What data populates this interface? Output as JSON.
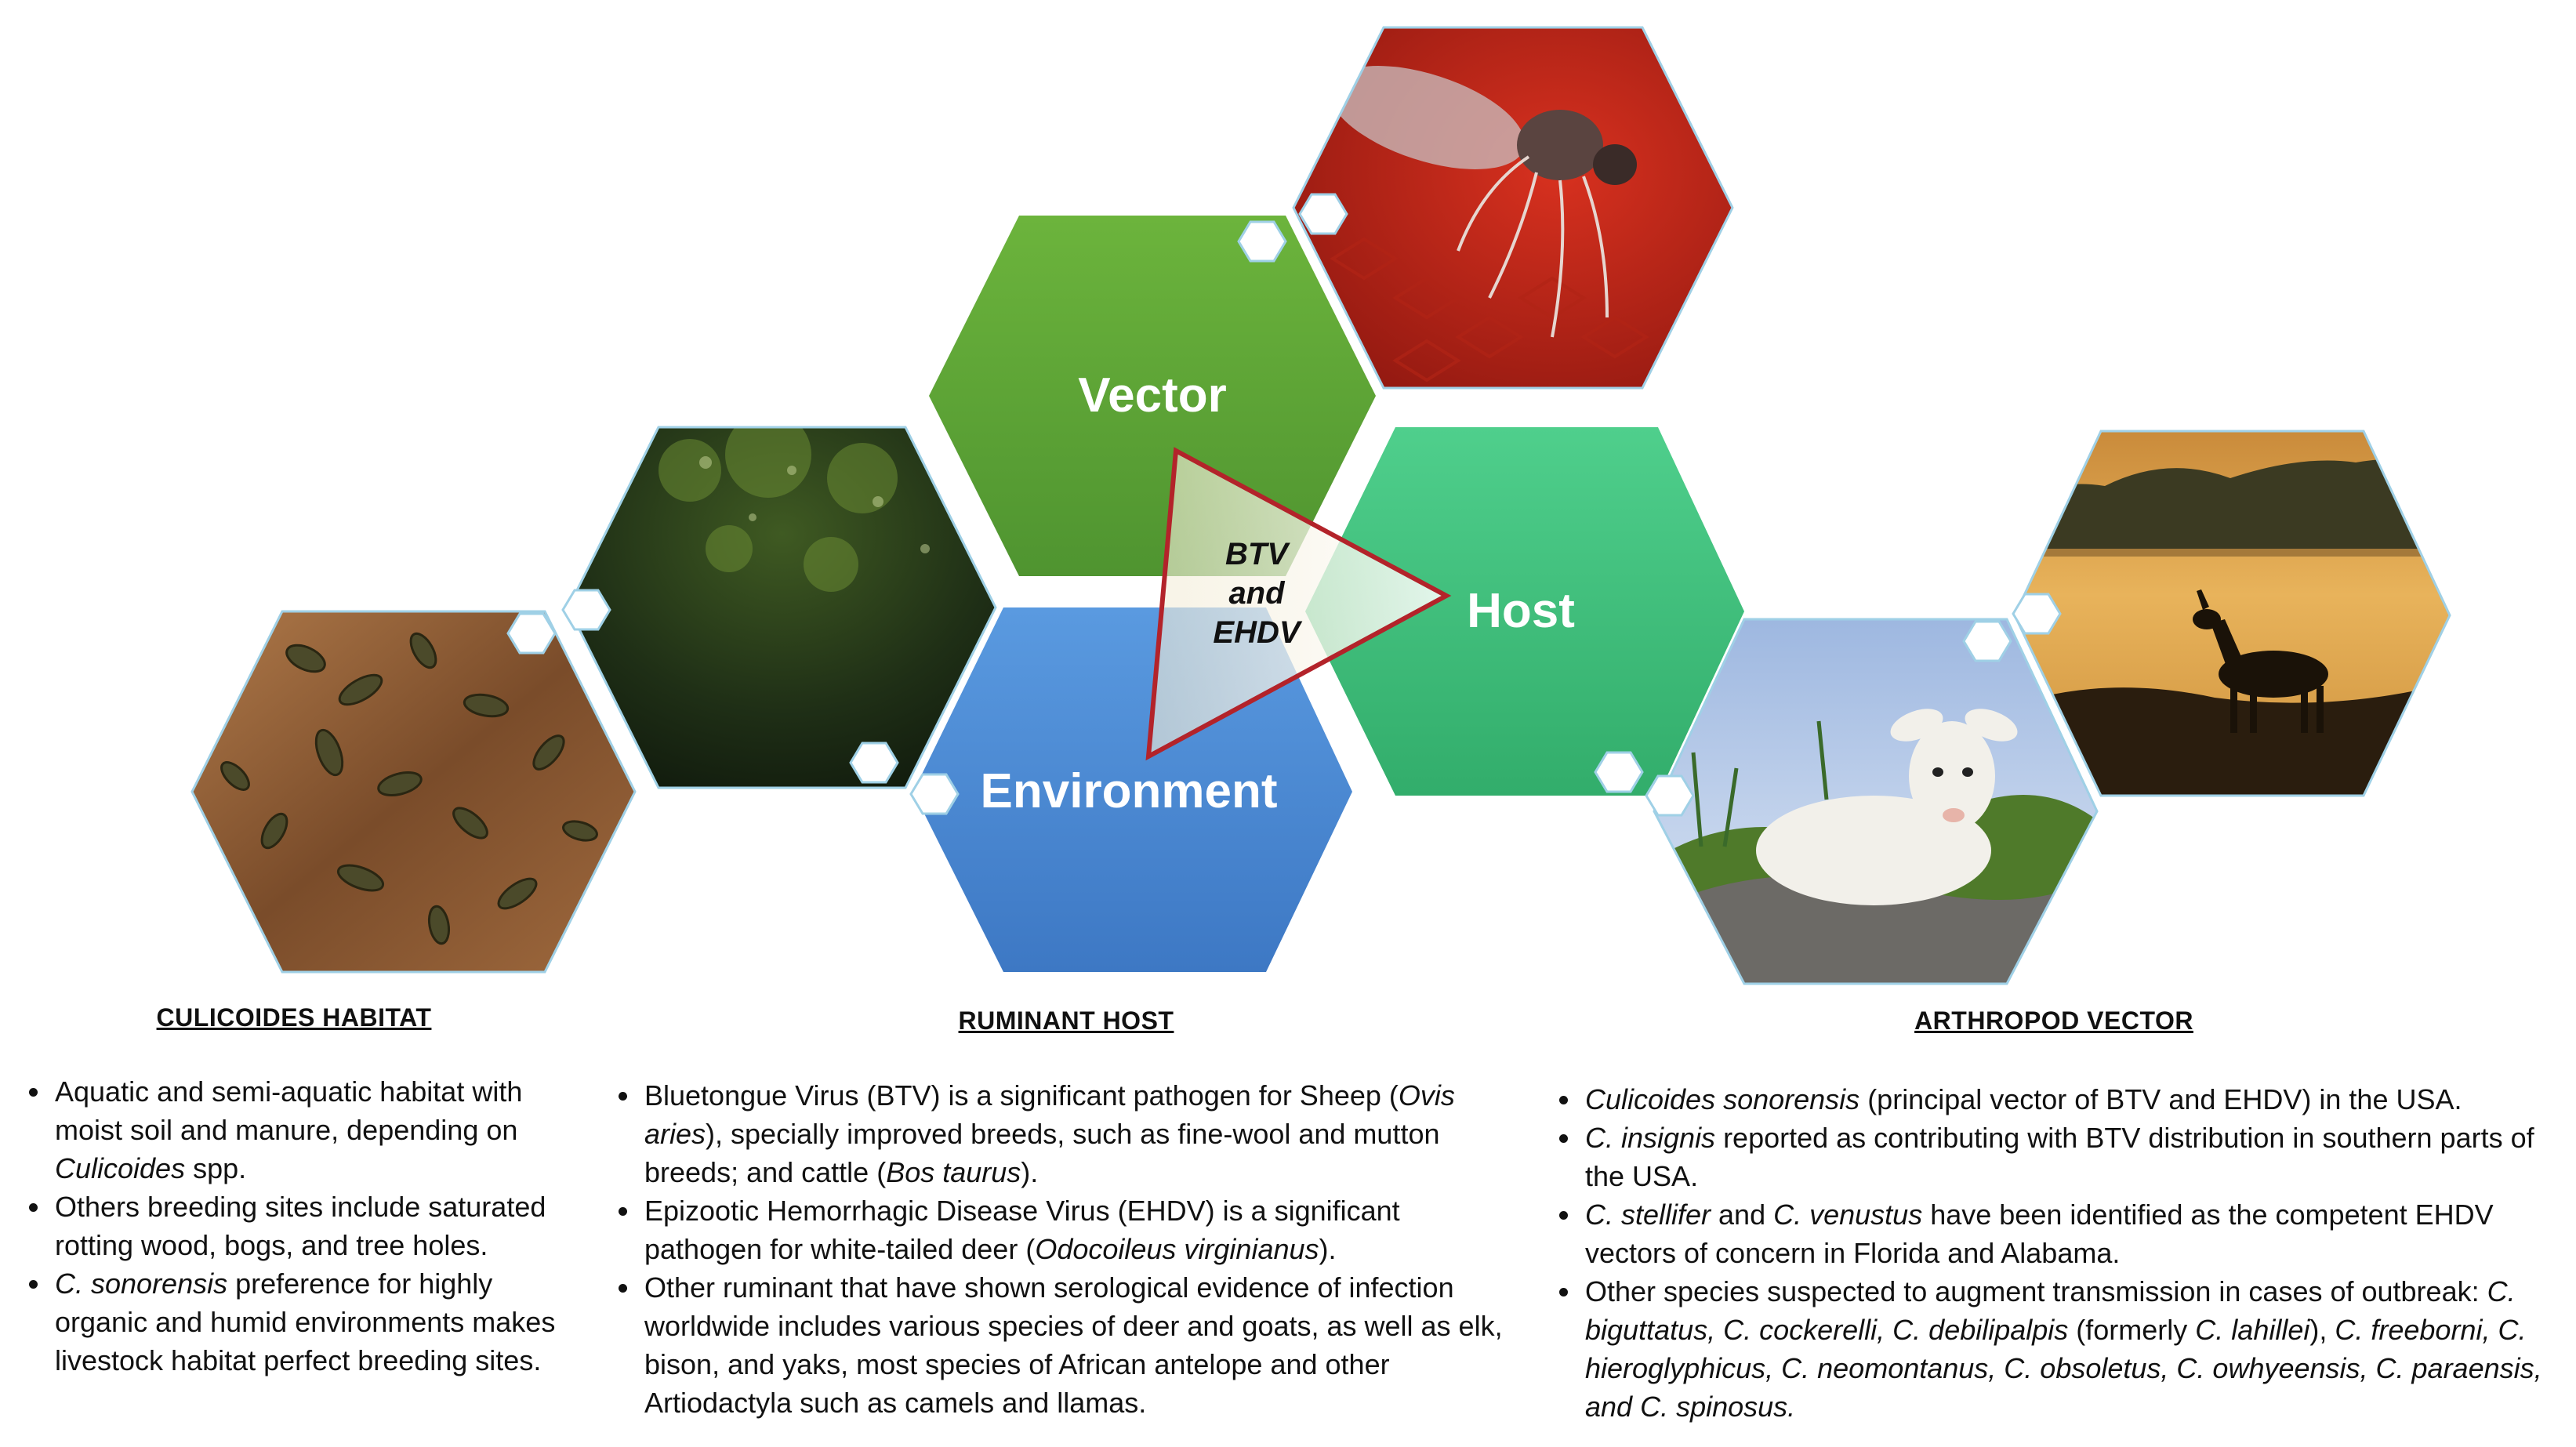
{
  "colors": {
    "vector_hex": "#5ea536",
    "environment_hex": "#4a8ad6",
    "host_hex": "#3dbf7a",
    "triangle_stroke": "#b3232a",
    "hex_outline": "#9fd0e6"
  },
  "diagram": {
    "vector_label": "Vector",
    "environment_label": "Environment",
    "host_label": "Host",
    "center_line1": "BTV",
    "center_line2": "and",
    "center_line3": "EHDV",
    "photos": [
      {
        "name": "larvae-photo",
        "icon": "culicoides-larvae-on-wood"
      },
      {
        "name": "forest-photo",
        "icon": "wet-forest-habitat"
      },
      {
        "name": "midge-photo",
        "icon": "culicoides-midge-on-red-skin"
      },
      {
        "name": "sheep-photo",
        "icon": "sheep-lying-on-rock"
      },
      {
        "name": "deer-photo",
        "icon": "deer-silhouette-at-sunset-lake"
      }
    ]
  },
  "columns": {
    "habitat": {
      "title": "CULICOIDES HABITAT",
      "bullets": [
        [
          {
            "t": "Aquatic and semi-aquatic habitat with moist soil and manure, depending on "
          },
          {
            "t": "Culicoides",
            "i": true
          },
          {
            "t": " spp."
          }
        ],
        [
          {
            "t": "Others breeding sites include saturated rotting wood, bogs, and tree holes."
          }
        ],
        [
          {
            "t": "C. sonorensis",
            "i": true
          },
          {
            "t": " preference for highly organic and humid environments makes livestock habitat perfect breeding sites."
          }
        ]
      ]
    },
    "ruminant": {
      "title": "RUMINANT HOST",
      "bullets": [
        [
          {
            "t": "Bluetongue Virus (BTV) is a significant pathogen for Sheep ("
          },
          {
            "t": "Ovis aries",
            "i": true
          },
          {
            "t": "), specially improved breeds, such as fine-wool and mutton breeds; and cattle ("
          },
          {
            "t": "Bos taurus",
            "i": true
          },
          {
            "t": ")."
          }
        ],
        [
          {
            "t": "Epizootic Hemorrhagic Disease Virus (EHDV) is a significant pathogen for white-tailed deer ("
          },
          {
            "t": "Odocoileus virginianus",
            "i": true
          },
          {
            "t": ")."
          }
        ],
        [
          {
            "t": "Other ruminant that have shown serological evidence of infection worldwide includes various species of deer and goats, as well as elk, bison, and yaks, most species of African antelope and other Artiodactyla such as camels and llamas."
          }
        ]
      ]
    },
    "vector": {
      "title": "ARTHROPOD VECTOR",
      "bullets": [
        [
          {
            "t": "Culicoides sonorensis",
            "i": true
          },
          {
            "t": " (principal vector of BTV and EHDV) in the USA."
          }
        ],
        [
          {
            "t": "C. insignis",
            "i": true
          },
          {
            "t": " reported as contributing with BTV distribution in southern parts of the USA."
          }
        ],
        [
          {
            "t": "C. stellifer",
            "i": true
          },
          {
            "t": " and "
          },
          {
            "t": "C. venustus",
            "i": true
          },
          {
            "t": " have been identified as the competent EHDV vectors of concern in Florida and Alabama."
          }
        ],
        [
          {
            "t": "Other species suspected to augment transmission in cases of outbreak: "
          },
          {
            "t": "C. biguttatus, C. cockerelli, C. debilipalpis",
            "i": true
          },
          {
            "t": " (formerly "
          },
          {
            "t": "C. lahillei",
            "i": true
          },
          {
            "t": "), "
          },
          {
            "t": "C. freeborni, C. hieroglyphicus, C. neomontanus, C. obsoletus, C. owhyeensis, C. paraensis, and C. spinosus.",
            "i": true
          }
        ]
      ]
    }
  }
}
